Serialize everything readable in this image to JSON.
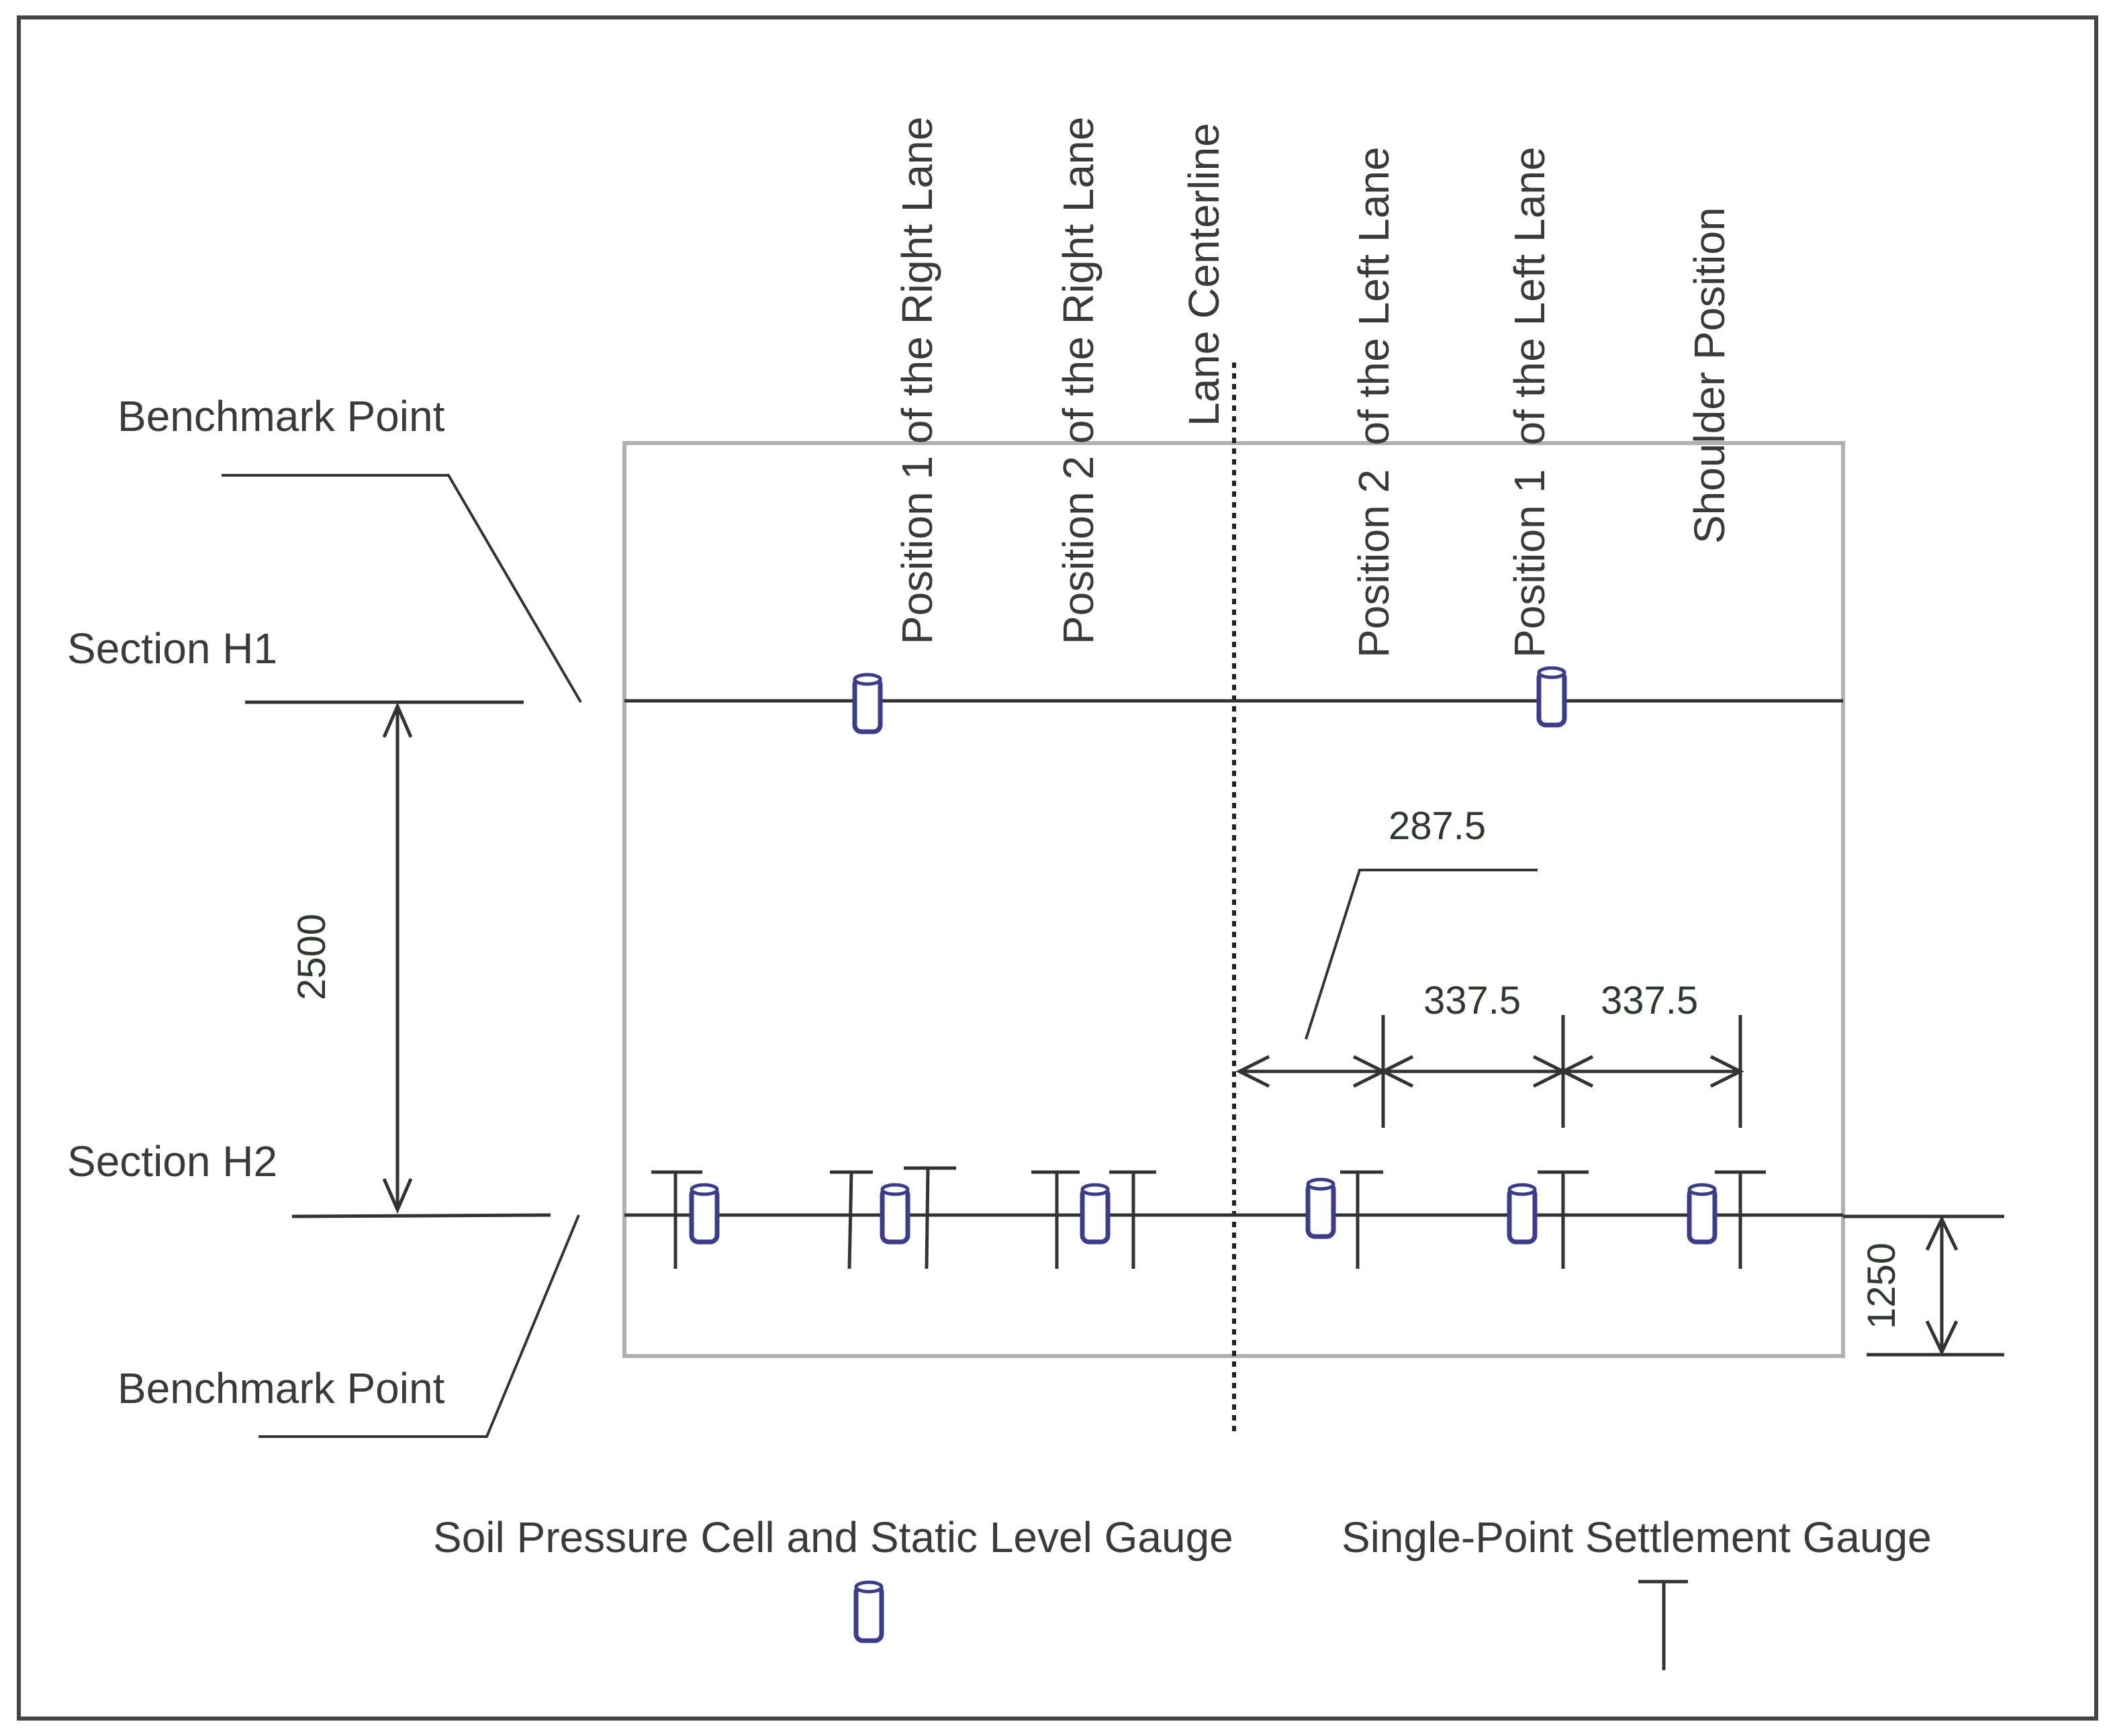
{
  "labels": {
    "benchmark_top": "Benchmark Point",
    "section_h1": "Section H1",
    "section_h2": "Section H2",
    "benchmark_bottom": "Benchmark Point"
  },
  "column_labels": [
    "Position 1 of the Right Lane",
    "Position 2 of the Right Lane",
    "Lane Centerline",
    "Position 2  of the Left Lane",
    "Position 1  of the Left Lane",
    "Shoulder Position"
  ],
  "dimensions": {
    "section_spacing": "2500",
    "centerline_offset": "287.5",
    "spacing_1": "337.5",
    "spacing_2": "337.5",
    "depth": "1250"
  },
  "legend": {
    "pressure_cell": "Soil Pressure Cell and Static Level Gauge",
    "settlement_gauge": "Single-Point Settlement Gauge"
  },
  "colors": {
    "instrument": "#3b3b8f",
    "line": "#333333",
    "frame": "#b0b0b0"
  }
}
